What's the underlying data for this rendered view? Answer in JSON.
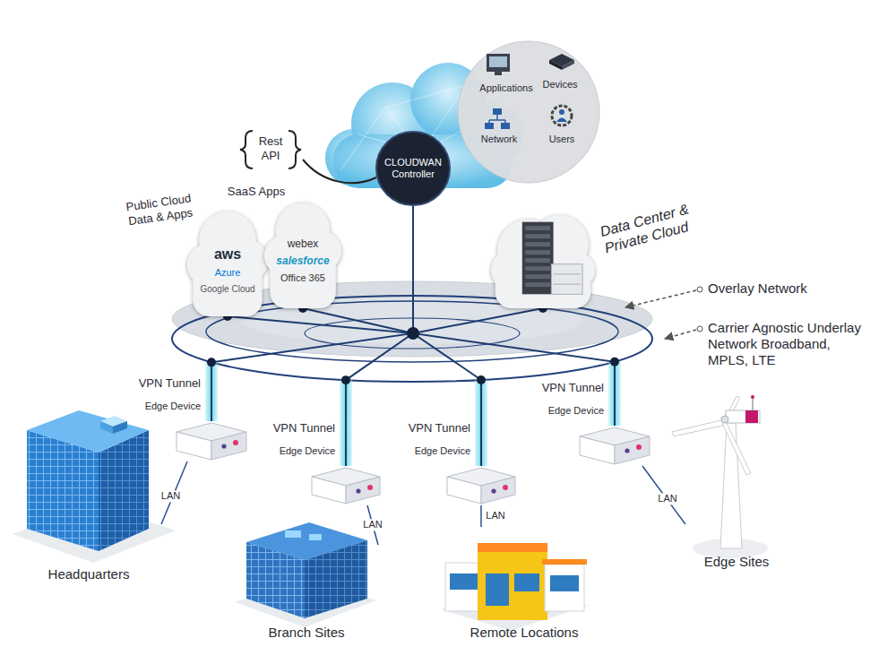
{
  "diagram": {
    "nodes": [
      {
        "text": [
          "Applications",
          "Devices",
          "Network",
          "Users"
        ]
      },
      {
        "text": [
          "CLOUDWAN Controller"
        ]
      },
      {
        "text": [
          "Public Cloud Data & Apps",
          "aws",
          "Azure",
          "Google Cloud"
        ]
      },
      {
        "text": [
          "SaaS Apps",
          "webex",
          "salesforce",
          "Office 365"
        ]
      },
      {
        "text": [
          "Data Center & Private Cloud"
        ]
      },
      {
        "text": [
          "VPN Tunnel",
          "Edge Device"
        ]
      },
      {
        "text": [
          "VPN Tunnel",
          "Edge Device"
        ]
      },
      {
        "text": [
          "VPN Tunnel",
          "Edge Device"
        ]
      },
      {
        "text": [
          "VPN Tunnel",
          "Edge Device"
        ]
      },
      {
        "text": [
          "Headquarters"
        ]
      },
      {
        "text": [
          "Branch Sites"
        ]
      },
      {
        "text": [
          "Remote Locations"
        ]
      },
      {
        "text": [
          "Edge Sites"
        ]
      }
    ],
    "edges": [
      {
        "from": 1,
        "to": 2,
        "arrow": "none"
      },
      {
        "from": 1,
        "to": 3,
        "arrow": "none"
      },
      {
        "from": 1,
        "to": 4,
        "arrow": "none"
      },
      {
        "from": 1,
        "to": 5,
        "arrow": "none"
      },
      {
        "from": 1,
        "to": 6,
        "arrow": "none"
      },
      {
        "from": 1,
        "to": 7,
        "arrow": "none"
      },
      {
        "from": 1,
        "to": 8,
        "arrow": "none"
      },
      {
        "from": 5,
        "to": 9,
        "label": "LAN",
        "arrow": "none"
      },
      {
        "from": 6,
        "to": 10,
        "label": "LAN",
        "arrow": "none"
      },
      {
        "from": 7,
        "to": 11,
        "label": "LAN",
        "arrow": "none"
      },
      {
        "from": 8,
        "to": 12,
        "label": "LAN",
        "arrow": "none"
      }
    ],
    "labels": [
      "Rest API",
      "Overlay Network",
      "Carrier Agnostic Underlay Network Broadband, MPLS, LTE"
    ]
  }
}
